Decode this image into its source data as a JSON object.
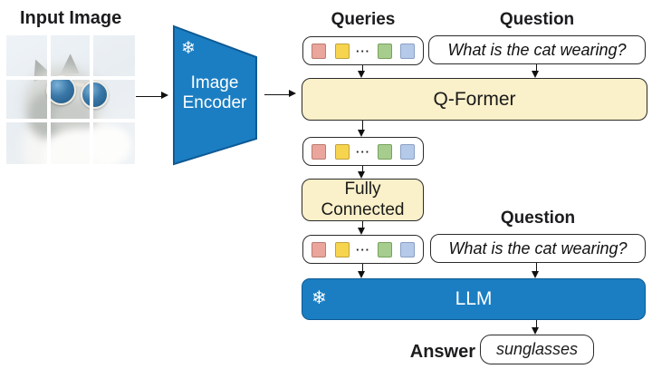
{
  "labels": {
    "input_image": "Input Image",
    "queries": "Queries",
    "question_top": "Question",
    "question_mid": "Question",
    "answer": "Answer"
  },
  "blocks": {
    "image_encoder_line1": "Image",
    "image_encoder_line2": "Encoder",
    "qformer": "Q-Former",
    "fully_connected_line1": "Fully",
    "fully_connected_line2": "Connected",
    "llm": "LLM"
  },
  "texts": {
    "question": "What is the cat wearing?",
    "answer": "sunglasses"
  },
  "icons": {
    "snowflake": "❄"
  },
  "colors": {
    "blue": "#1b7ec2",
    "blue_dark": "#0e5a94",
    "cream": "#faf0c9",
    "box_border": "#2b2b2b"
  },
  "query_tokens": {
    "dots": "···",
    "dots_after_index": 2,
    "items": [
      {
        "name": "red",
        "fill": "#eaa69c",
        "border": "#bc7b72"
      },
      {
        "name": "yellow",
        "fill": "#f7d44e",
        "border": "#c1a23d"
      },
      {
        "name": "green",
        "fill": "#a6cd8e",
        "border": "#78a25e"
      },
      {
        "name": "blue",
        "fill": "#b5cae9",
        "border": "#8a9fc6"
      }
    ]
  }
}
